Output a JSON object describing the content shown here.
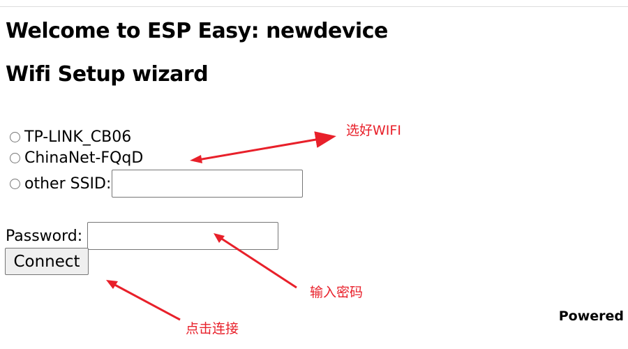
{
  "heading": "Welcome to ESP Easy: newdevice",
  "subheading": "Wifi Setup wizard",
  "networks": [
    "TP-LINK_CB06",
    "ChinaNet-FQqD"
  ],
  "other_ssid_label": "other SSID:",
  "other_ssid_value": "",
  "password_label": "Password:",
  "password_value": "",
  "connect_label": "Connect",
  "powered": "Powered",
  "annotations": {
    "select_wifi": "选好WIFI",
    "enter_password": "输入密码",
    "click_connect": "点击连接"
  },
  "colors": {
    "annotation": "#e8202a"
  }
}
